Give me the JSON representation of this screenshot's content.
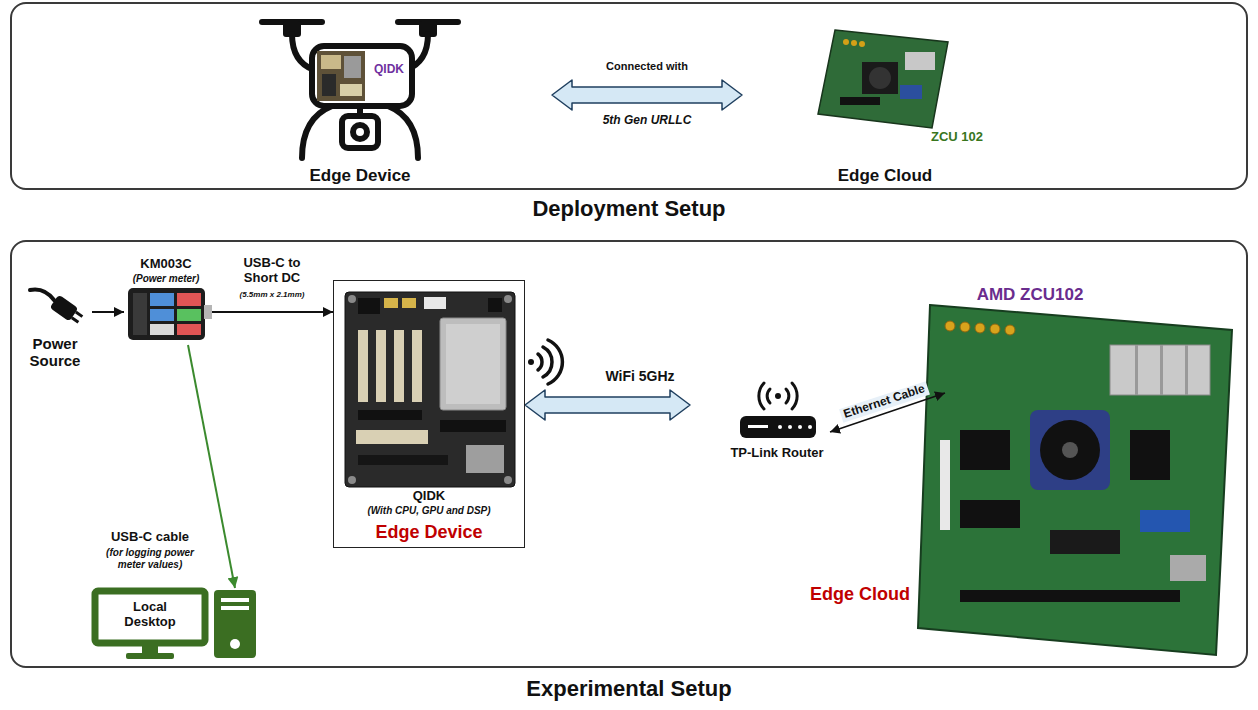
{
  "diagram": {
    "nodes": [
      {
        "text": [
          "Deployment Setup"
        ]
      },
      {
        "text": [
          "QIDK",
          "Edge Device"
        ],
        "in": 0
      },
      {
        "text": [
          "ZCU 102",
          "Edge Cloud"
        ],
        "in": 0
      },
      {
        "text": [
          "Experimental Setup"
        ]
      },
      {
        "text": [
          "Power Source"
        ],
        "in": 3
      },
      {
        "text": [
          "KM003C",
          "(Power meter)"
        ],
        "in": 3
      },
      {
        "text": [
          "Edge Device"
        ],
        "in": 3
      },
      {
        "text": [
          "QIDK",
          "(With CPU, GPU and DSP)"
        ],
        "in": 6
      },
      {
        "text": [
          "Local Desktop"
        ],
        "in": 3
      },
      {
        "text": [
          "Edge Cloud"
        ],
        "in": 3
      },
      {
        "text": [
          "TP-Link Router"
        ],
        "in": 9
      },
      {
        "text": [
          "AMD ZCU102"
        ],
        "in": 9
      }
    ],
    "edges": [
      {
        "from": 1,
        "to": 2,
        "arrow": "both",
        "label": "Connected with"
      },
      {
        "from": 4,
        "to": 5,
        "arrow": "to"
      },
      {
        "from": 5,
        "to": 6,
        "arrow": "to",
        "label": "USB-C to Short DC"
      },
      {
        "from": 6,
        "to": 9,
        "arrow": "both",
        "label": "WiFi 5GHz"
      },
      {
        "from": 5,
        "to": 8,
        "arrow": "to",
        "label": "USB-C cable"
      },
      {
        "from": 10,
        "to": 11,
        "arrow": "both",
        "label": "Ethernet Cable"
      }
    ],
    "labels": [
      "5th Gen URLLC",
      "(5.5mm x 2.1mm)",
      "(for logging power meter values)"
    ]
  }
}
